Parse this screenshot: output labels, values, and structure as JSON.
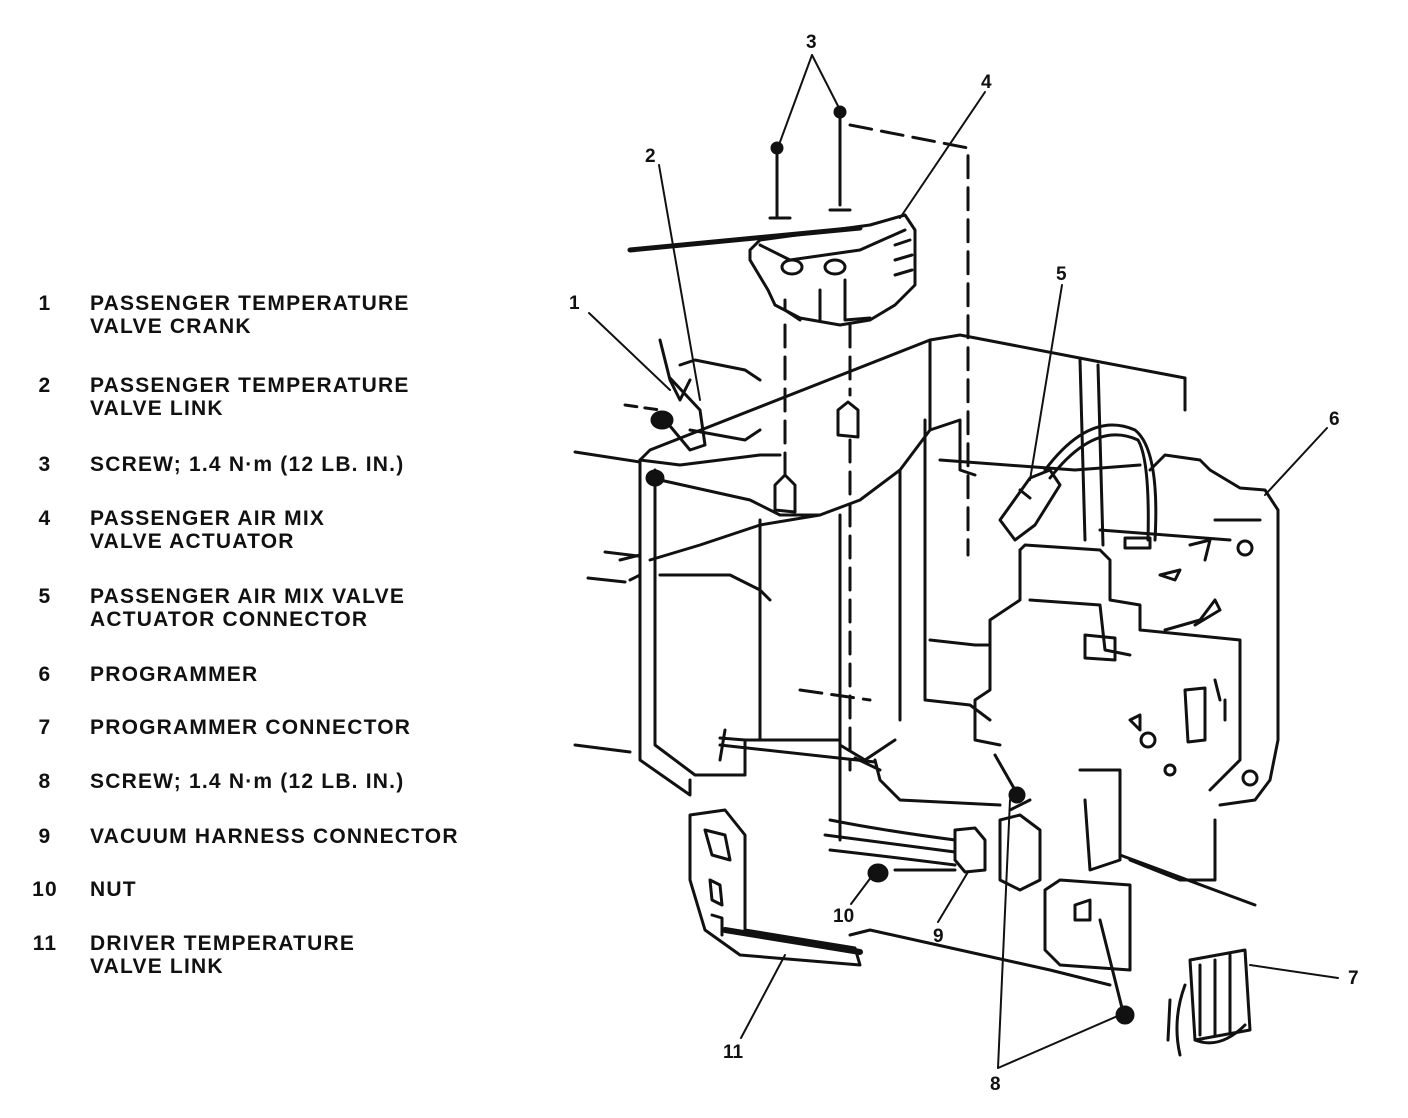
{
  "legend": [
    {
      "num": "1",
      "text": "PASSENGER TEMPERATURE\nVALVE CRANK"
    },
    {
      "num": "2",
      "text": "PASSENGER TEMPERATURE\nVALVE LINK"
    },
    {
      "num": "3",
      "text": "SCREW; 1.4 N·m (12 LB. IN.)"
    },
    {
      "num": "4",
      "text": "PASSENGER AIR MIX\nVALVE ACTUATOR"
    },
    {
      "num": "5",
      "text": "PASSENGER AIR MIX VALVE\nACTUATOR CONNECTOR"
    },
    {
      "num": "6",
      "text": "PROGRAMMER"
    },
    {
      "num": "7",
      "text": "PROGRAMMER CONNECTOR"
    },
    {
      "num": "8",
      "text": "SCREW; 1.4 N·m (12 LB. IN.)"
    },
    {
      "num": "9",
      "text": "VACUUM HARNESS CONNECTOR"
    },
    {
      "num": "10",
      "text": "NUT"
    },
    {
      "num": "11",
      "text": "DRIVER TEMPERATURE\nVALVE LINK"
    }
  ],
  "callouts": [
    "1",
    "2",
    "3",
    "4",
    "5",
    "6",
    "7",
    "8",
    "9",
    "10",
    "11"
  ]
}
